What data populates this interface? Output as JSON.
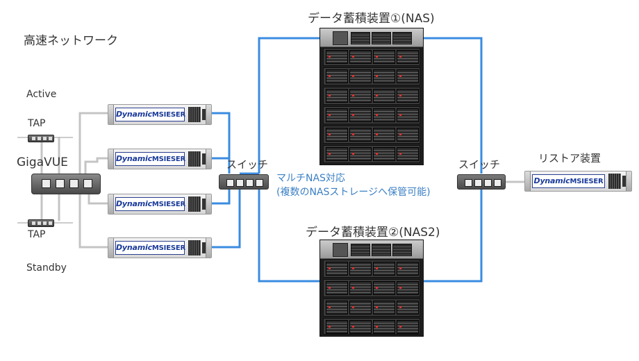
{
  "title": "高速ネットワーク",
  "labels": {
    "active": "Active",
    "standby": "Standby",
    "tap_top": "TAP",
    "tap_bottom": "TAP",
    "gigavue": "GigaVUE",
    "switch_left": "スイッチ",
    "switch_right": "スイッチ",
    "nas1": "データ蓄積装置①(NAS)",
    "nas2": "データ蓄積装置②(NAS2)",
    "restore": "リストア装置",
    "multi_nas_line1": "マルチNAS対応",
    "multi_nas_line2": "(複数のNASストレージへ保管可能)"
  },
  "device_brand": {
    "prefix": "Dynamic",
    "suffix": "MSIESER"
  },
  "colors": {
    "link_blue": "#3a8be0",
    "link_gray": "#c4c4c4",
    "note_blue": "#3a7fc4"
  }
}
